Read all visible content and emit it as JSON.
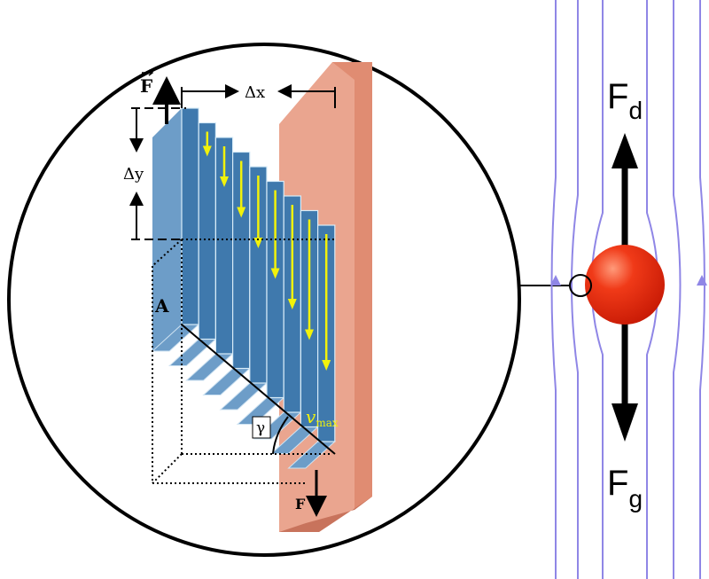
{
  "magnified_view": {
    "force_top_label": "F",
    "delta_x_label": "Δx",
    "delta_y_label": "Δy",
    "area_label": "A",
    "angle_label": "γ",
    "velocity_label": "v",
    "velocity_subscript": "max",
    "force_bottom_label": "F",
    "column_count": 9
  },
  "particle_view": {
    "drag_force_label": "F",
    "drag_force_subscript": "d",
    "gravity_force_label": "F",
    "gravity_force_subscript": "g"
  },
  "colors": {
    "column_front": "#3f79ad",
    "column_side": "#6d9dc8",
    "wall_front": "#eaa58f",
    "wall_side": "#e08c72",
    "velocity_arrow": "#f2f20a",
    "streamline": "#8f86e6",
    "particle": "#e82a10"
  }
}
